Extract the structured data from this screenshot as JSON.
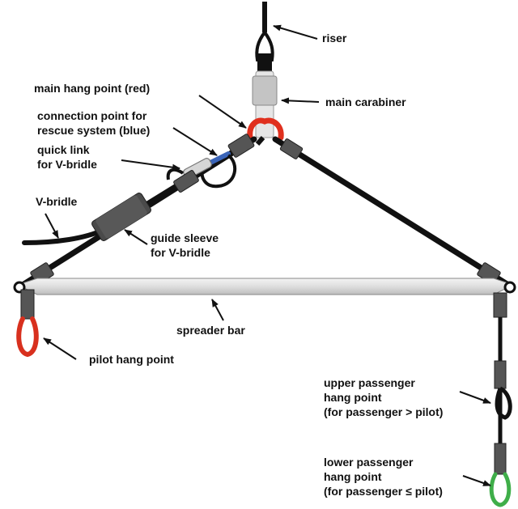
{
  "labels": {
    "riser": "riser",
    "main_hang_point": "main hang point (red)",
    "main_carabiner": "main carabiner",
    "connection_point_line1": "connection point for",
    "connection_point_line2": "rescue system (blue)",
    "quick_link_line1": "quick link",
    "quick_link_line2": "for V-bridle",
    "v_bridle": "V-bridle",
    "guide_sleeve_line1": "guide sleeve",
    "guide_sleeve_line2": "for V-bridle",
    "spreader_bar": "spreader bar",
    "pilot_hang_point": "pilot hang point",
    "upper_passenger_line1": "upper passenger",
    "upper_passenger_line2": "hang point",
    "upper_passenger_line3": "(for passenger > pilot)",
    "lower_passenger_line1": "lower passenger",
    "lower_passenger_line2": "hang point",
    "lower_passenger_line3": "(for passenger ≤ pilot)"
  },
  "colors": {
    "strap": "#111111",
    "sleeve": "#555555",
    "carabiner": "#cfcfcf",
    "spreader_bar": "#e4e4e4",
    "main_hang_point": "#e0301e",
    "rescue_connection": "#3a64b8",
    "pilot_hang_point": "#d8301e",
    "lower_passenger_hang_point": "#3fae49"
  }
}
